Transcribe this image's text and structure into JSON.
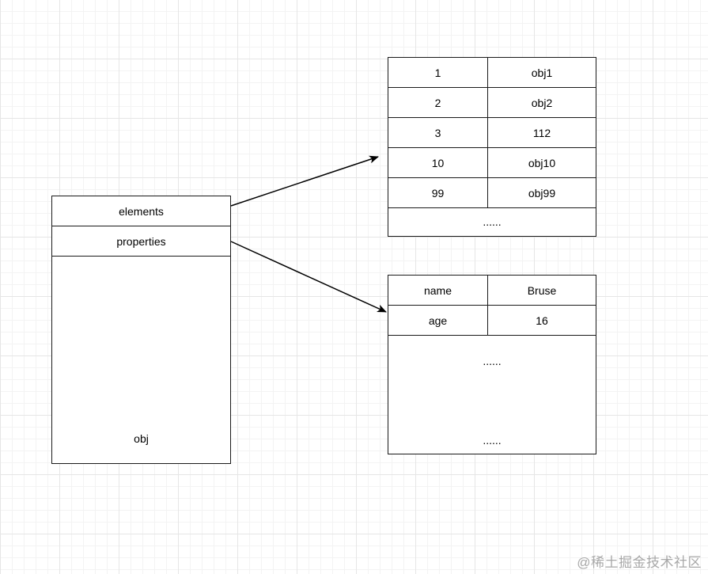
{
  "obj_box": {
    "rows": [
      "elements",
      "properties"
    ],
    "label": "obj"
  },
  "elements_table": {
    "rows": [
      [
        "1",
        "obj1"
      ],
      [
        "2",
        "obj2"
      ],
      [
        "3",
        "112"
      ],
      [
        "10",
        "obj10"
      ],
      [
        "99",
        "obj99"
      ]
    ],
    "footer": "......"
  },
  "properties_table": {
    "rows": [
      [
        "name",
        "Bruse"
      ],
      [
        "age",
        "16"
      ]
    ],
    "ellipsis_1": "......",
    "ellipsis_2": "......"
  },
  "watermark": "@稀土掘金技术社区"
}
